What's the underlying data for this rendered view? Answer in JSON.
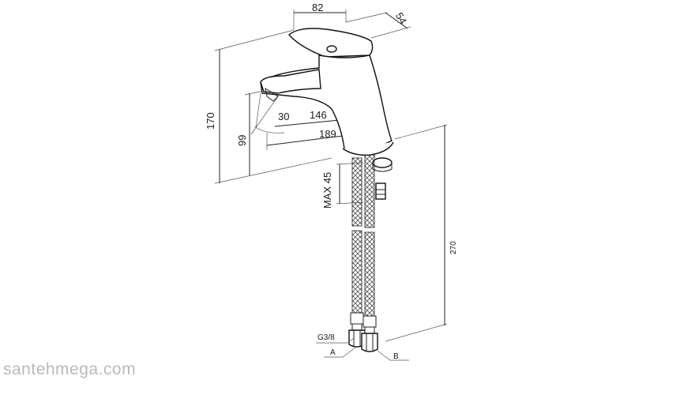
{
  "dimensions": {
    "handle_width": "82",
    "handle_depth": "54",
    "total_height": "170",
    "spout_height": "99",
    "spout_angle": "30",
    "spout_reach": "146",
    "total_reach": "189",
    "max_countertop": "MAX 45",
    "hose_length": "270"
  },
  "connections": {
    "thread": "G3/8",
    "inlet_a": "A",
    "inlet_b": "B"
  },
  "watermark": "santehmega.com"
}
